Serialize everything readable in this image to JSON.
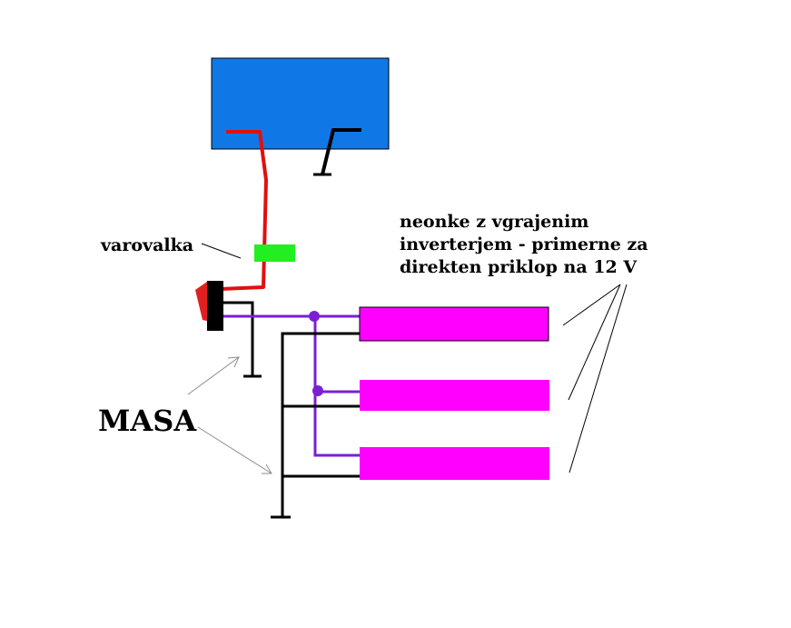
{
  "labels": {
    "fuse": "varovalka",
    "lamps_line1": "neonke z vgrajenim",
    "lamps_line2": "inverterjem - primerne za",
    "lamps_line3": "direkten priklop na 12 V",
    "ground": "MASA"
  },
  "colors": {
    "battery": "#0f78e6",
    "positive_wire": "#e01010",
    "switched_wire": "#7a1fd6",
    "ground_wire": "#000000",
    "fuse": "#22ee22",
    "lamp": "#ff00ff",
    "switch_body": "#000000",
    "switch_toggle": "#e02020",
    "pointer_arrow": "#8c8c8c"
  }
}
